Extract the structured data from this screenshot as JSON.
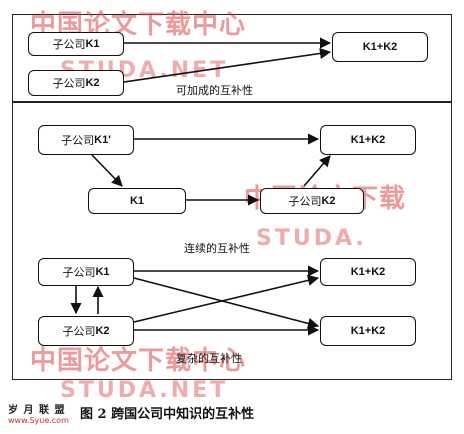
{
  "watermarks": {
    "cn": "中国论文下载中心",
    "cn_partial": "中国论文下载",
    "en": "STUDA.NET",
    "en_partial": "STUDA."
  },
  "panel_top": {
    "boxes": {
      "sub_k1": {
        "cn": "子公司",
        "en": "K1"
      },
      "sub_k2": {
        "cn": "子公司",
        "en": "K2"
      },
      "sum": {
        "en": "K1+K2"
      }
    },
    "label": "可加成的互补性"
  },
  "panel_mid": {
    "boxes": {
      "sub_k1": {
        "cn": "子公司",
        "en": "K1'"
      },
      "sum": {
        "en": "K1+K2"
      },
      "k1": {
        "en": "K1"
      },
      "sub_k2": {
        "cn": "子公司",
        "en": "K2"
      }
    },
    "label": "连续的互补性"
  },
  "panel_bot": {
    "boxes": {
      "sub_k1": {
        "cn": "子公司",
        "en": "K1"
      },
      "sum_top": {
        "en": "K1+K2"
      },
      "sub_k2": {
        "cn": "子公司",
        "en": "K2"
      },
      "sum_bot": {
        "en": "K1+K2"
      }
    },
    "label": "复杂的互补性"
  },
  "logo": {
    "line1": "岁 月 联 盟",
    "line2": "www.Syue.com"
  },
  "caption": "图 2   跨国公司中知识的互补性",
  "colors": {
    "watermark": "#e04848",
    "line": "#111111"
  }
}
